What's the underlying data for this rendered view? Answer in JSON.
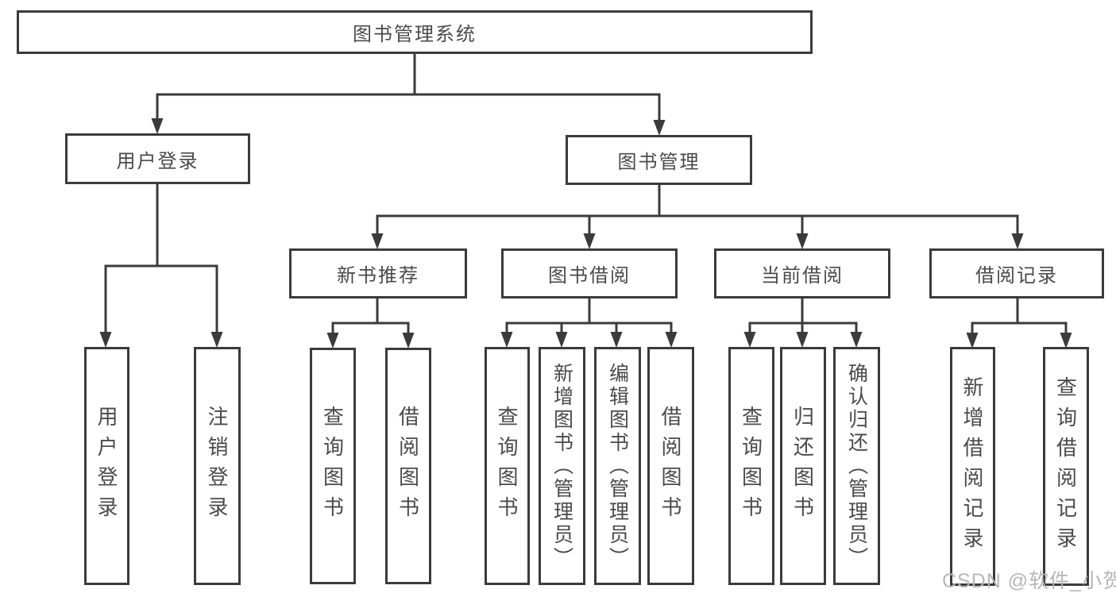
{
  "diagram": {
    "type": "hierarchy-tree",
    "tree": {
      "root": {
        "label": "图书管理系统"
      },
      "children": [
        {
          "label": "用户登录",
          "children": [
            {
              "label": "用户登录"
            },
            {
              "label": "注销登录"
            }
          ]
        },
        {
          "label": "图书管理",
          "children": [
            {
              "label": "新书推荐",
              "children": [
                {
                  "label": "查询图书"
                },
                {
                  "label": "借阅图书"
                }
              ]
            },
            {
              "label": "图书借阅",
              "children": [
                {
                  "label": "查询图书"
                },
                {
                  "label": "新增图书（管理员）"
                },
                {
                  "label": "编辑图书（管理员）"
                },
                {
                  "label": "借阅图书"
                }
              ]
            },
            {
              "label": "当前借阅",
              "children": [
                {
                  "label": "查询图书"
                },
                {
                  "label": "归还图书"
                },
                {
                  "label": "确认归还（管理员）"
                }
              ]
            },
            {
              "label": "借阅记录",
              "children": [
                {
                  "label": "新增借阅记录"
                },
                {
                  "label": "查询借阅记录"
                }
              ]
            }
          ]
        }
      ]
    },
    "colors": {
      "line": "#3b3b3b",
      "box_border": "#3b3b3b",
      "text": "#4a4a4a",
      "background": "#ffffff",
      "watermark": "#b6b6bb"
    }
  },
  "watermark": {
    "text": "CSDN @软件_小贺同学"
  }
}
